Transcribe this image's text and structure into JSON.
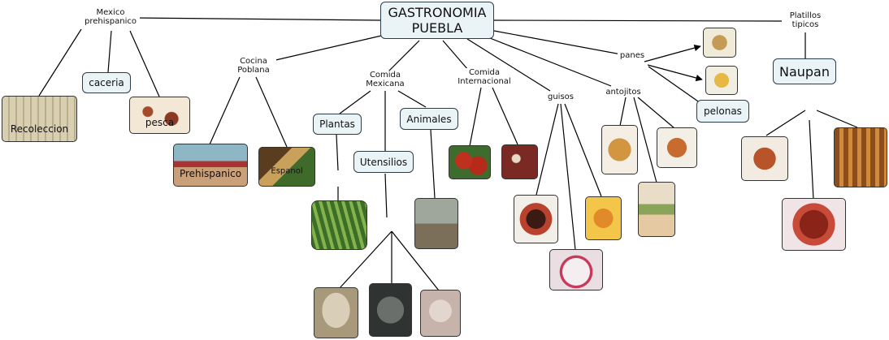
{
  "title": "GASTRONOMIA\nPUEBLA",
  "nodes": {
    "mexico_prehispanico": "Mexico\nprehispanico",
    "platillos_tipicos": "Platillos\ntipicos",
    "cocina_poblana": "Cocina\nPoblana",
    "comida_mexicana": "Comida\nMexicana",
    "comida_internacional": "Comida\nInternacional",
    "guisos": "guisos",
    "antojitos": "antojitos",
    "panes": "panes",
    "caceria": "caceria",
    "plantas": "Plantas",
    "animales": "Animales",
    "utensilios": "Utensilios",
    "pelonas": "pelonas",
    "naupan": "Naupan"
  },
  "image_captions": {
    "recoleccion": "Recoleccion",
    "pesca": "pesca",
    "prehispanico": "Prehispanico",
    "espanol": "Espanol"
  },
  "colors": {
    "box_fill": "#eaf3f6",
    "box_border": "#2c3e4a",
    "line": "#000000"
  }
}
